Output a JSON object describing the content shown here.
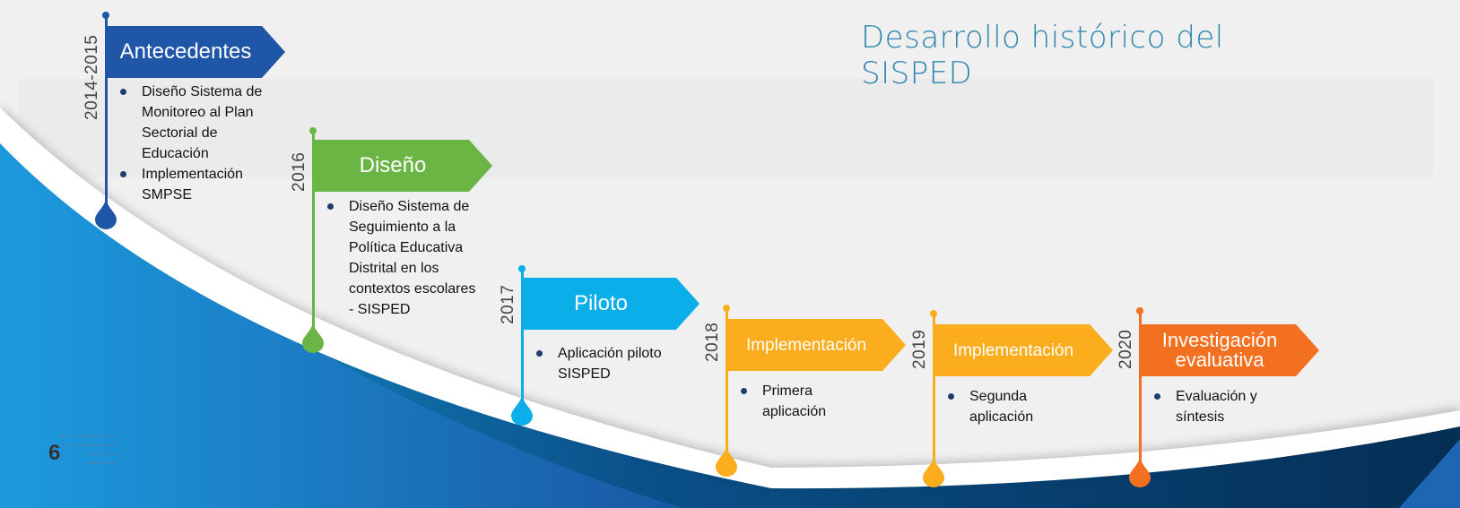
{
  "title": "Desarrollo histórico del SISPED",
  "page_number": "6",
  "colors": {
    "antecedentes": "#1f56a8",
    "diseno": "#6ab544",
    "piloto": "#0aaee8",
    "implementacion": "#fbad1d",
    "investigacion": "#f37021",
    "title": "#2e86b0"
  },
  "milestones": [
    {
      "year": "2014-2015",
      "label": "Antecedentes",
      "bullets": [
        "Diseño Sistema de Monitoreo al Plan Sectorial de Educación",
        "Implementación SMPSE"
      ]
    },
    {
      "year": "2016",
      "label": "Diseño",
      "bullets": [
        "Diseño Sistema de Seguimiento a la Política Educativa Distrital en los contextos escolares - SISPED"
      ]
    },
    {
      "year": "2017",
      "label": "Piloto",
      "bullets": [
        "Aplicación piloto SISPED"
      ]
    },
    {
      "year": "2018",
      "label": "Implementación",
      "bullets": [
        "Primera aplicación"
      ]
    },
    {
      "year": "2019",
      "label": "Implementación",
      "bullets": [
        "Segunda aplicación"
      ]
    },
    {
      "year": "2020",
      "label": "Investigación evaluativa",
      "bullets": [
        "Evaluación y síntesis"
      ]
    }
  ]
}
